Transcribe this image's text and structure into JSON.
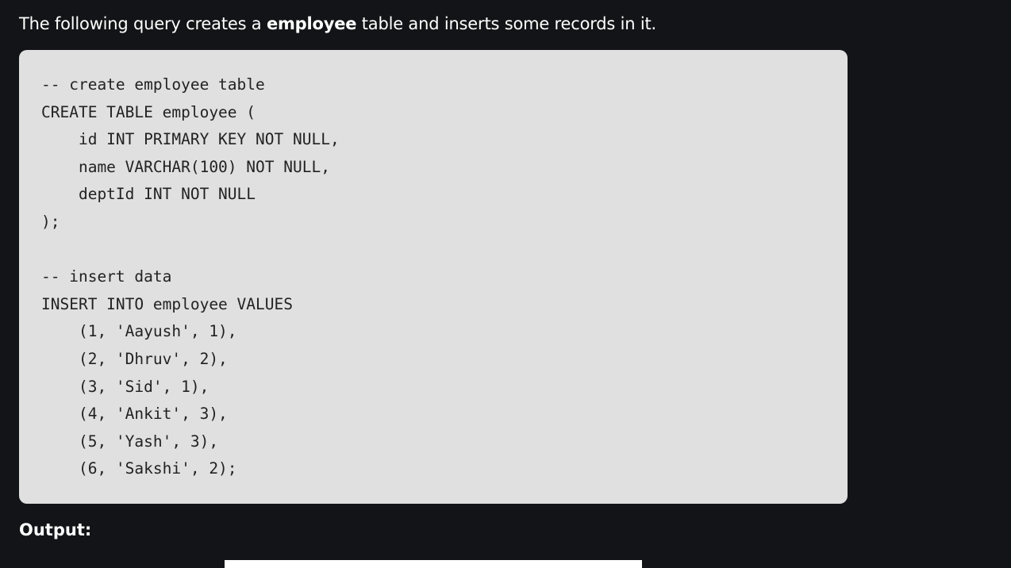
{
  "intro": {
    "prefix": "The following query creates a ",
    "bold": "employee",
    "suffix": " table and inserts some records in it."
  },
  "code": "-- create employee table\nCREATE TABLE employee (\n    id INT PRIMARY KEY NOT NULL,\n    name VARCHAR(100) NOT NULL,\n    deptId INT NOT NULL\n);\n\n-- insert data\nINSERT INTO employee VALUES\n    (1, 'Aayush', 1),\n    (2, 'Dhruv', 2),\n    (3, 'Sid', 1),\n    (4, 'Ankit', 3),\n    (5, 'Yash', 3),\n    (6, 'Sakshi', 2);",
  "output_label": "Output:",
  "colors": {
    "page_background": "#131417",
    "code_background": "#e0e0e0",
    "code_text": "#222222",
    "text": "#ffffff"
  }
}
